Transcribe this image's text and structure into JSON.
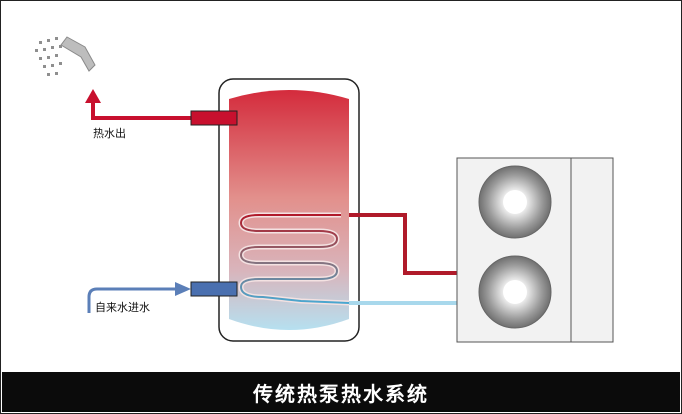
{
  "labels": {
    "hot_water_out": "热水出",
    "tap_water_in": "自来水进水"
  },
  "caption": "传统热泵热水系统",
  "colors": {
    "hot": "#c8102e",
    "cold": "#5b7fb8",
    "cold_pipe_light": "#a8d8ec",
    "caption_bg": "#0b0b0b",
    "unit_body": "#f2f2f2"
  },
  "icons": [
    "shower-head-icon",
    "fan-icon"
  ]
}
